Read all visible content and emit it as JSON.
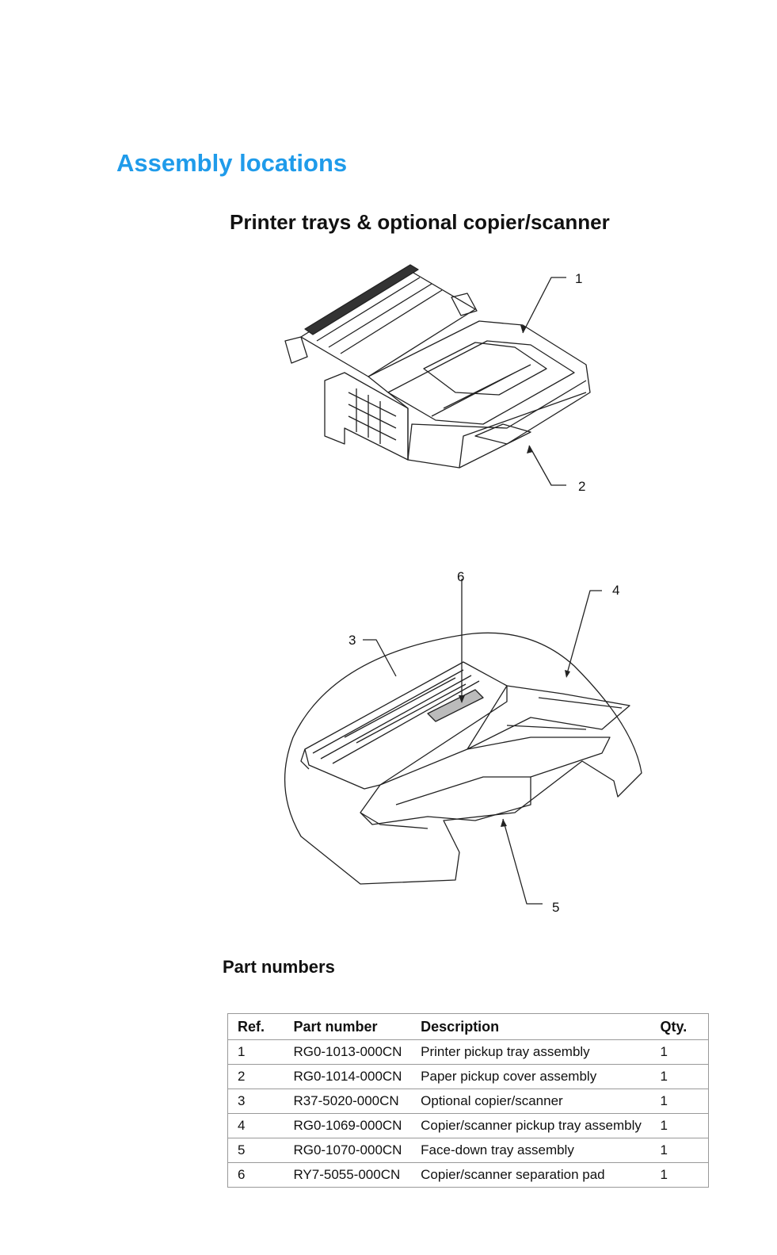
{
  "heading": "Assembly locations",
  "subheading": "Printer trays & optional copier/scanner",
  "figure_callouts": [
    "1",
    "2",
    "3",
    "4",
    "5",
    "6"
  ],
  "parts_heading": "Part numbers",
  "table": {
    "headers": [
      "Ref.",
      "Part number",
      "Description",
      "Qty."
    ],
    "rows": [
      [
        "1",
        "RG0-1013-000CN",
        "Printer pickup tray assembly",
        "1"
      ],
      [
        "2",
        "RG0-1014-000CN",
        "Paper pickup cover assembly",
        "1"
      ],
      [
        "3",
        "R37-5020-000CN",
        "Optional copier/scanner",
        "1"
      ],
      [
        "4",
        "RG0-1069-000CN",
        "Copier/scanner pickup tray assembly",
        "1"
      ],
      [
        "5",
        "RG0-1070-000CN",
        "Face-down tray assembly",
        "1"
      ],
      [
        "6",
        "RY7-5055-000CN",
        "Copier/scanner separation pad",
        "1"
      ]
    ]
  }
}
